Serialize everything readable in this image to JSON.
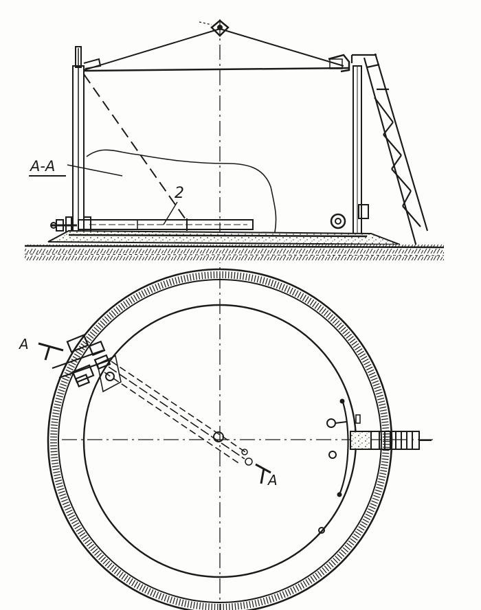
{
  "labels": {
    "section_top": "A-A",
    "part_number": "2",
    "cut_left": "A",
    "cut_right": "A"
  },
  "colors": {
    "ink": "#1b1b1b",
    "paper": "#fdfdfb"
  }
}
